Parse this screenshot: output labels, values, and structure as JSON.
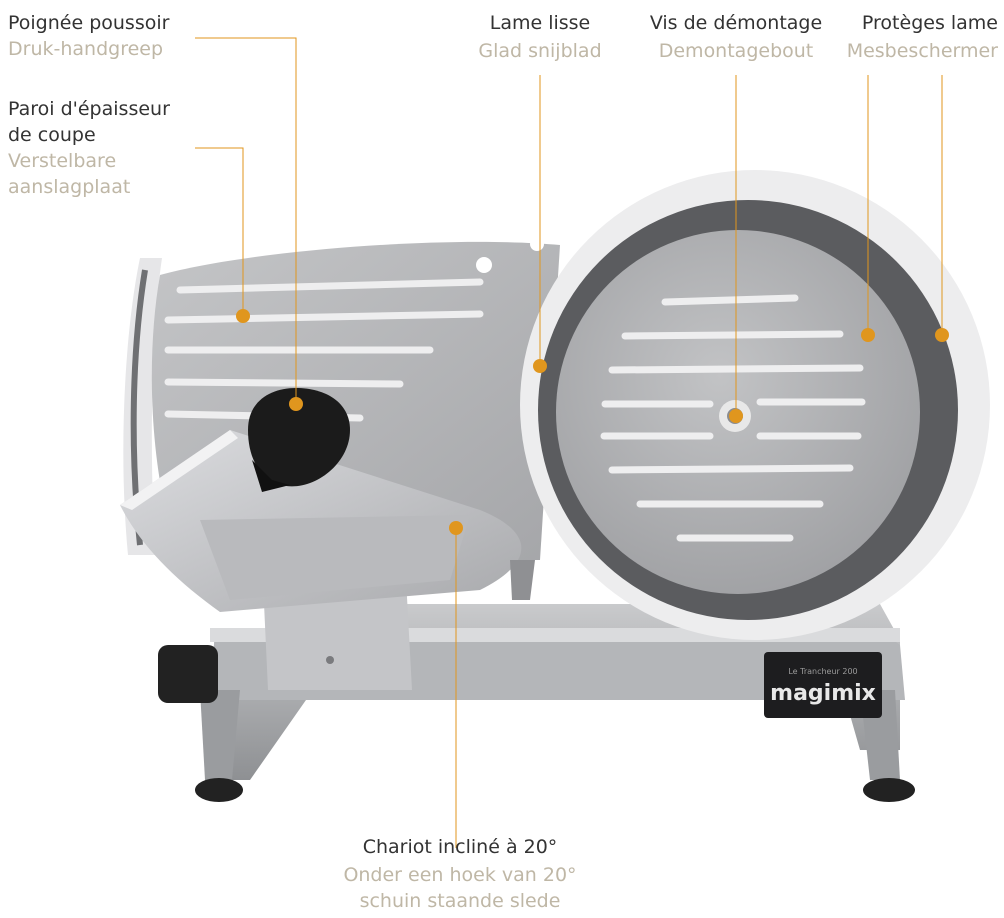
{
  "accent_color": "#e0961e",
  "label_nl_color": "#bfb7a6",
  "label_fr_color": "#333333",
  "labels": {
    "pusher_handle": {
      "fr": "Poignée poussoir",
      "nl": "Druk-handgreep"
    },
    "thickness_plate": {
      "fr": [
        "Paroi d'épaisseur",
        "de coupe"
      ],
      "nl": [
        "Verstelbare",
        "aanslagplaat"
      ]
    },
    "smooth_blade": {
      "fr": "Lame lisse",
      "nl": "Glad snijblad"
    },
    "removal_screw": {
      "fr": "Vis de démontage",
      "nl": "Demontagebout"
    },
    "blade_guards": {
      "fr": "Protèges lame",
      "nl": "Mesbeschermer"
    },
    "carriage": {
      "fr": "Chariot incliné à 20°",
      "nl": [
        "Onder een hoek van 20°",
        "schuin staande slede"
      ]
    }
  },
  "brand": {
    "model": "Le Trancheur 200",
    "name": "magimix"
  }
}
